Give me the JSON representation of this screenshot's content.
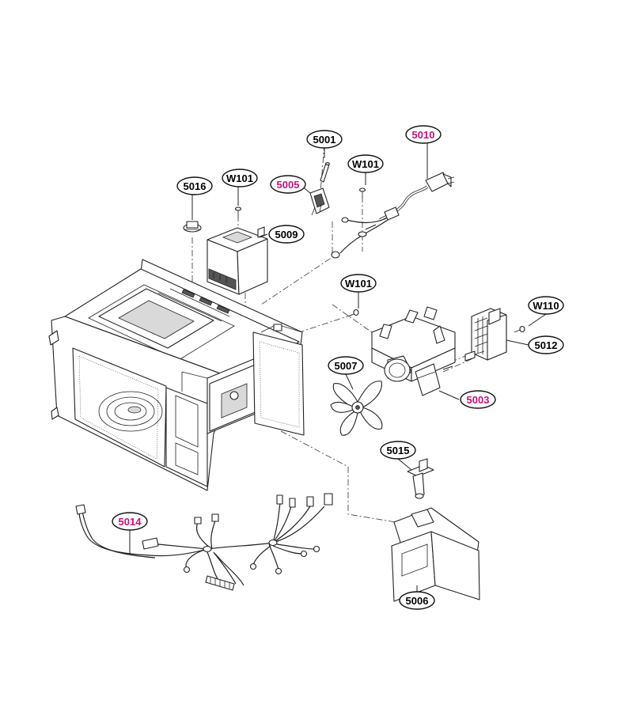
{
  "labels": [
    {
      "id": "5001",
      "text": "5001",
      "color": "#000000"
    },
    {
      "id": "5010",
      "text": "5010",
      "color": "#c8107a"
    },
    {
      "id": "W101_b",
      "text": "W101",
      "color": "#000000"
    },
    {
      "id": "5016",
      "text": "5016",
      "color": "#000000"
    },
    {
      "id": "W101_a",
      "text": "W101",
      "color": "#000000"
    },
    {
      "id": "5005",
      "text": "5005",
      "color": "#c8107a"
    },
    {
      "id": "5009",
      "text": "5009",
      "color": "#000000"
    },
    {
      "id": "W101_c",
      "text": "W101",
      "color": "#000000"
    },
    {
      "id": "W110",
      "text": "W110",
      "color": "#000000"
    },
    {
      "id": "5012",
      "text": "5012",
      "color": "#000000"
    },
    {
      "id": "5007",
      "text": "5007",
      "color": "#000000"
    },
    {
      "id": "5003",
      "text": "5003",
      "color": "#c8107a"
    },
    {
      "id": "5015",
      "text": "5015",
      "color": "#000000"
    },
    {
      "id": "5014",
      "text": "5014",
      "color": "#c8107a"
    },
    {
      "id": "5006",
      "text": "5006",
      "color": "#000000"
    }
  ],
  "colors": {
    "highlight": "#c8107a",
    "line": "#222222",
    "background": "#ffffff"
  }
}
